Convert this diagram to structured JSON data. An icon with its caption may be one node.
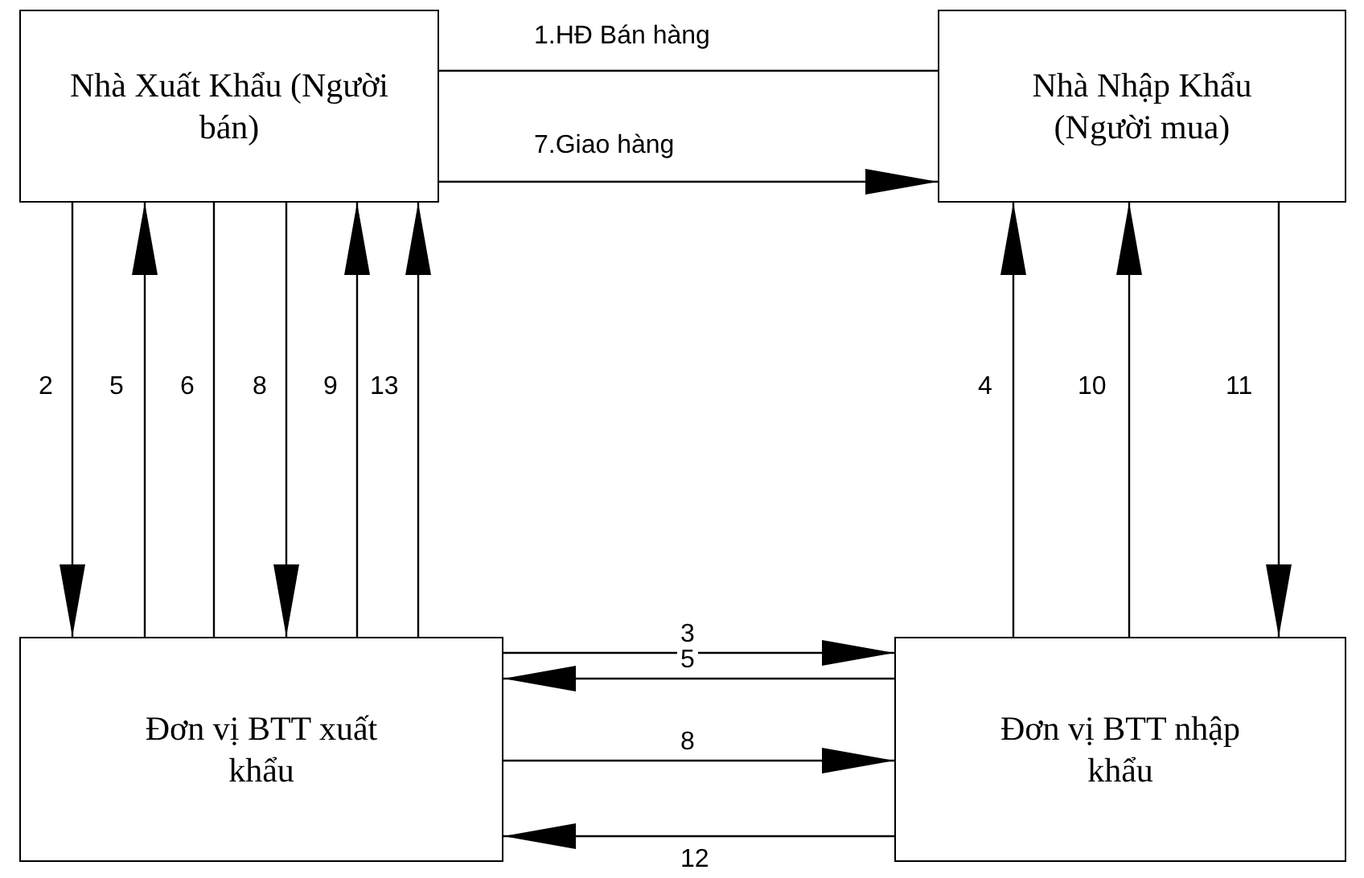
{
  "diagram": {
    "nodes": [
      {
        "text": [
          "Nhà Xuất Khẩu (Người bán)"
        ]
      },
      {
        "text": [
          "Nhà Nhập Khẩu (Người mua)"
        ]
      },
      {
        "text": [
          "Đơn vị BTT xuất khẩu"
        ]
      },
      {
        "text": [
          "Đơn vị BTT nhập khẩu"
        ]
      }
    ],
    "edges": [
      {
        "from": 0,
        "to": 1,
        "arrow": "none",
        "label": "1.HĐ Bán hàng"
      },
      {
        "from": 0,
        "to": 1,
        "arrow": "to",
        "label": "7.Giao hàng"
      },
      {
        "from": 0,
        "to": 2,
        "arrow": "to",
        "label": "2"
      },
      {
        "from": 2,
        "to": 0,
        "arrow": "to",
        "label": "5"
      },
      {
        "from": 2,
        "to": 0,
        "arrow": "none",
        "label": "6"
      },
      {
        "from": 0,
        "to": 2,
        "arrow": "to",
        "label": "8"
      },
      {
        "from": 2,
        "to": 0,
        "arrow": "to",
        "label": "9"
      },
      {
        "from": 2,
        "to": 0,
        "arrow": "to",
        "label": "13"
      },
      {
        "from": 3,
        "to": 1,
        "arrow": "to",
        "label": "4"
      },
      {
        "from": 3,
        "to": 1,
        "arrow": "to",
        "label": "10"
      },
      {
        "from": 1,
        "to": 3,
        "arrow": "to",
        "label": "11"
      },
      {
        "from": 2,
        "to": 3,
        "arrow": "to",
        "label": "3"
      },
      {
        "from": 3,
        "to": 2,
        "arrow": "to",
        "label": "5"
      },
      {
        "from": 2,
        "to": 3,
        "arrow": "to",
        "label": "8"
      },
      {
        "from": 3,
        "to": 2,
        "arrow": "to",
        "label": "12"
      }
    ]
  }
}
